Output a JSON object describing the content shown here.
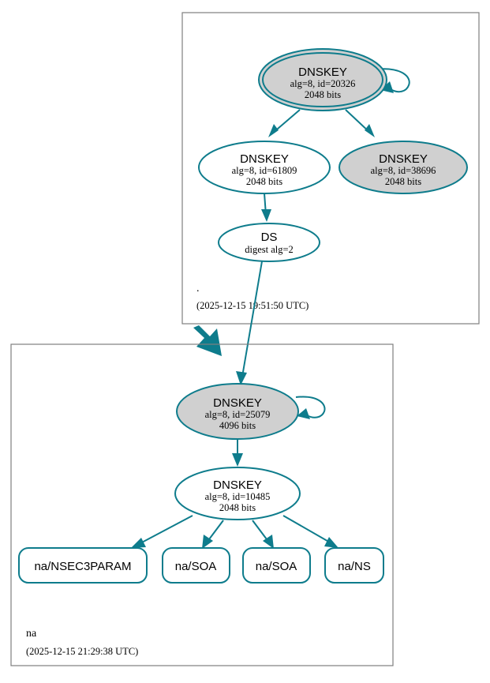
{
  "diagram": {
    "type": "dnssec-authentication-chain",
    "colors": {
      "node_stroke": "#0e7c8c",
      "edge": "#0e7c8c",
      "secure_key_fill": "#d0d0d0",
      "plain_fill": "#ffffff",
      "cluster_border": "#7f7f7f"
    },
    "zones": [
      {
        "id": "root",
        "name": ".",
        "timestamp": "(2025-12-15 19:51:50 UTC)",
        "nodes": [
          {
            "id": "root-ksk",
            "title": "DNSKEY",
            "line2": "alg=8, id=20326",
            "line3": "2048 bits",
            "fill": "gray",
            "double_outline": true,
            "self_signed": true
          },
          {
            "id": "root-zsk",
            "title": "DNSKEY",
            "line2": "alg=8, id=61809",
            "line3": "2048 bits",
            "fill": "white",
            "double_outline": false,
            "self_signed": false
          },
          {
            "id": "root-key-38696",
            "title": "DNSKEY",
            "line2": "alg=8, id=38696",
            "line3": "2048 bits",
            "fill": "gray",
            "double_outline": false,
            "self_signed": false
          },
          {
            "id": "root-ds",
            "title": "DS",
            "line2": "digest alg=2",
            "line3": "",
            "fill": "white",
            "double_outline": false,
            "self_signed": false
          }
        ]
      },
      {
        "id": "na",
        "name": "na",
        "timestamp": "(2025-12-15 21:29:38 UTC)",
        "nodes": [
          {
            "id": "na-ksk",
            "title": "DNSKEY",
            "line2": "alg=8, id=25079",
            "line3": "4096 bits",
            "fill": "gray",
            "double_outline": false,
            "self_signed": true
          },
          {
            "id": "na-zsk",
            "title": "DNSKEY",
            "line2": "alg=8, id=10485",
            "line3": "2048 bits",
            "fill": "white",
            "double_outline": false,
            "self_signed": false
          }
        ],
        "rrsets": [
          {
            "id": "rr-nsec3param",
            "label": "na/NSEC3PARAM"
          },
          {
            "id": "rr-soa-1",
            "label": "na/SOA"
          },
          {
            "id": "rr-soa-2",
            "label": "na/SOA"
          },
          {
            "id": "rr-ns",
            "label": "na/NS"
          }
        ]
      }
    ],
    "edges": [
      {
        "from": "root-ksk",
        "to": "root-ksk",
        "kind": "self-loop"
      },
      {
        "from": "root-ksk",
        "to": "root-zsk",
        "kind": "signs"
      },
      {
        "from": "root-ksk",
        "to": "root-key-38696",
        "kind": "signs"
      },
      {
        "from": "root-zsk",
        "to": "root-ds",
        "kind": "signs"
      },
      {
        "from": "root-ds",
        "to": "na-ksk",
        "kind": "delegates"
      },
      {
        "from": "root",
        "to": "na",
        "kind": "zone-delegation-thick"
      },
      {
        "from": "na-ksk",
        "to": "na-ksk",
        "kind": "self-loop"
      },
      {
        "from": "na-ksk",
        "to": "na-zsk",
        "kind": "signs"
      },
      {
        "from": "na-zsk",
        "to": "rr-nsec3param",
        "kind": "signs"
      },
      {
        "from": "na-zsk",
        "to": "rr-soa-1",
        "kind": "signs"
      },
      {
        "from": "na-zsk",
        "to": "rr-soa-2",
        "kind": "signs"
      },
      {
        "from": "na-zsk",
        "to": "rr-ns",
        "kind": "signs"
      }
    ]
  }
}
